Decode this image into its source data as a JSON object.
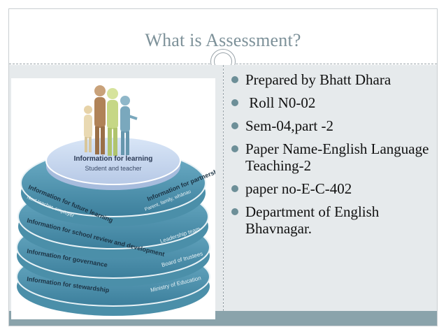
{
  "slide": {
    "title": "What is Assessment?",
    "bullets": [
      "Prepared by Bhatt Dhara",
      " Roll N0-02",
      "Sem-04,part -2",
      "Paper Name-English Language Teaching-2",
      "paper no-E-C-402",
      "Department of English Bhavnagar."
    ]
  },
  "illustration": {
    "top_label": "Information for learning",
    "top_sub": "Student and teacher",
    "tiers_left": [
      "Information for future learning",
      "Information for school review and development",
      "Information for governance",
      "Information for stewardship"
    ],
    "tiers_left_sub": "Next teacher, employer",
    "tiers_right": [
      "Information for partnership",
      "Leadership team",
      "Board of trustees",
      "Ministry of Education"
    ],
    "tiers_right_sub": "Parent, family, whānau"
  },
  "colors": {
    "title": "#7d9199",
    "panel": "#e6eaec",
    "accent": "#8aa3ab",
    "bullet": "#6d8f98"
  }
}
